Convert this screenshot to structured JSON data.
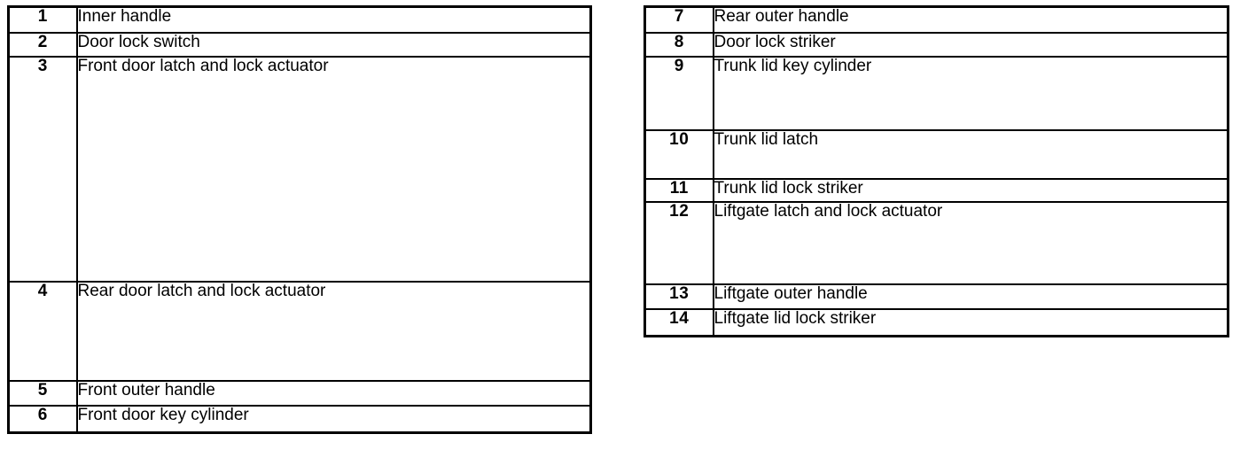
{
  "document": {
    "kind": "parts-legend-table",
    "background_color": "#ffffff",
    "ink_color": "#000000",
    "tables": [
      {
        "name": "left-legend-table",
        "rows": [
          {
            "number": "1",
            "label": "Inner handle",
            "height_class": "h-35"
          },
          {
            "number": "2",
            "label": "Door lock switch",
            "height_class": "h-33"
          },
          {
            "number": "3",
            "label": "Front door latch and lock actuator",
            "height_class": "h-260"
          },
          {
            "number": "4",
            "label": "Rear door latch and lock actuator",
            "height_class": "h-118"
          },
          {
            "number": "5",
            "label": "Front outer handle",
            "height_class": "h-34"
          },
          {
            "number": "6",
            "label": "Front door key cylinder",
            "height_class": "h-36"
          }
        ]
      },
      {
        "name": "right-legend-table",
        "rows": [
          {
            "number": "7",
            "label": "Rear outer handle",
            "height_class": "h-35"
          },
          {
            "number": "8",
            "label": "Door lock striker",
            "height_class": "h-33"
          },
          {
            "number": "9",
            "label": "Trunk lid key cylinder",
            "height_class": "h-89"
          },
          {
            "number": "10",
            "label": "Trunk lid latch",
            "height_class": "h-61"
          },
          {
            "number": "11",
            "label": "Trunk lid lock striker",
            "height_class": "h-32"
          },
          {
            "number": "12",
            "label": "Liftgate latch and lock actuator",
            "height_class": "h-99"
          },
          {
            "number": "13",
            "label": "Liftgate outer handle",
            "height_class": "h-34"
          },
          {
            "number": "14",
            "label": "Liftgate lid lock striker",
            "height_class": "h-36"
          }
        ]
      }
    ]
  }
}
